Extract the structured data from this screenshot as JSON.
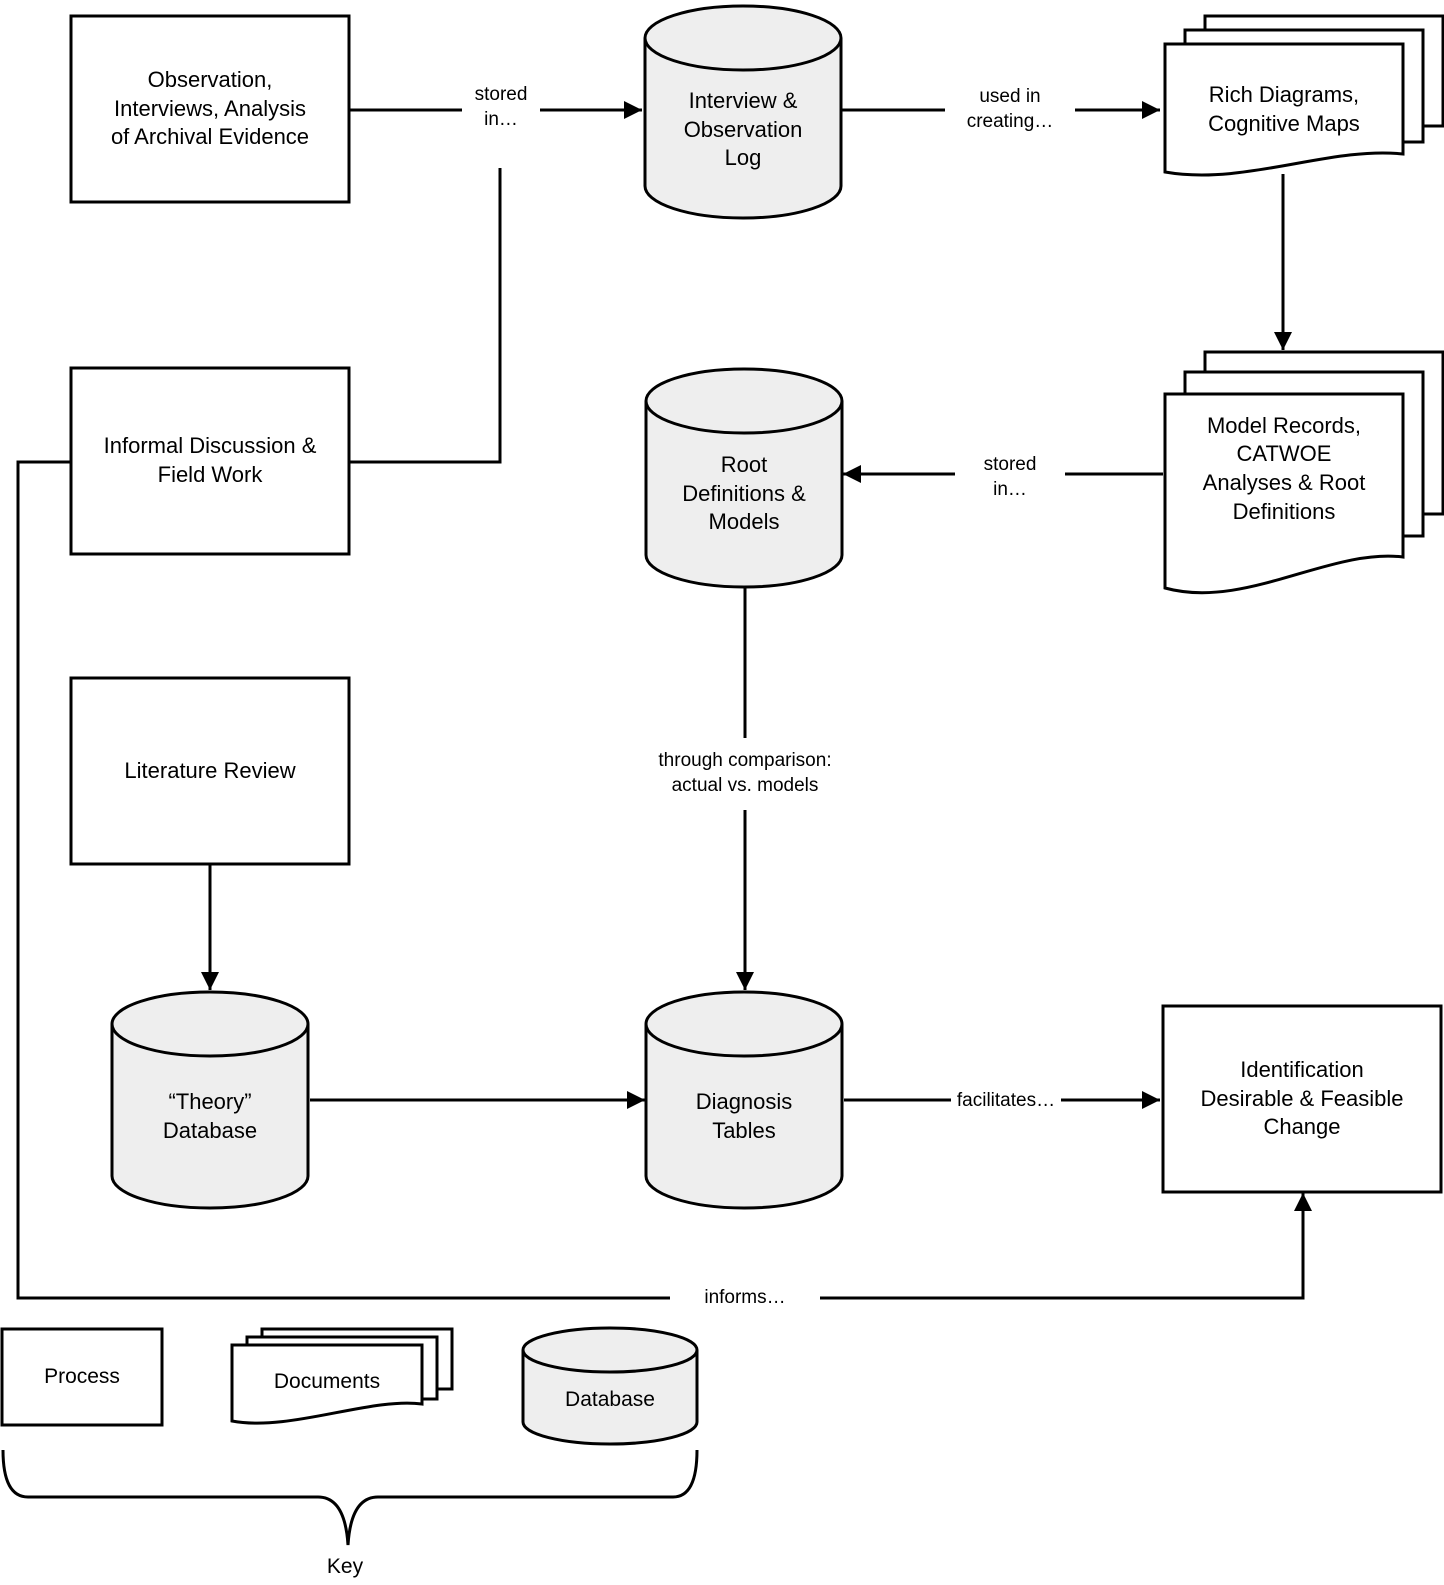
{
  "nodes": {
    "observation": "Observation,\nInterviews, Analysis\nof Archival Evidence",
    "informal": "Informal Discussion &\nField Work",
    "literature": "Literature Review",
    "interview_log": "Interview &\nObservation\nLog",
    "root_definitions": "Root\nDefinitions &\nModels",
    "theory_db": "“Theory”\nDatabase",
    "diagnosis": "Diagnosis\nTables",
    "rich_diagrams": "Rich Diagrams,\nCognitive Maps",
    "model_records": "Model Records,\nCATWOE\nAnalyses & Root\nDefinitions",
    "identification": "Identification\nDesirable & Feasible\nChange"
  },
  "edges": {
    "stored_in_1": "stored\nin…",
    "used_in_creating": "used in\ncreating…",
    "stored_in_2": "stored\nin…",
    "through_comparison": "through comparison:\nactual vs. models",
    "facilitates": "facilitates…",
    "informs": "informs…"
  },
  "key": {
    "process": "Process",
    "documents": "Documents",
    "database": "Database",
    "title": "Key"
  }
}
